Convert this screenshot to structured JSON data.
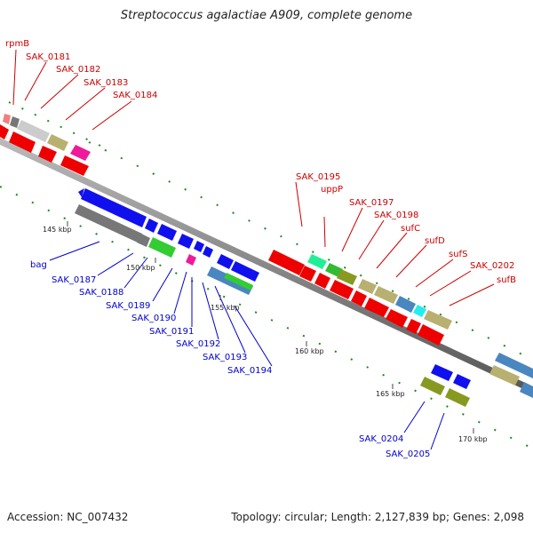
{
  "title": "Streptococcus agalactiae A909, complete genome",
  "footer": {
    "accession": "Accession: NC_007432",
    "topology": "Topology: circular; Length: 2,127,839 bp; Genes: 2,098"
  },
  "scale_labels": [
    "145 kbp",
    "150 kbp",
    "155 kbp",
    "160 kbp",
    "165 kbp",
    "170 kbp"
  ],
  "forward_genes": [
    "rpmB",
    "SAK_0181",
    "SAK_0182",
    "SAK_0183",
    "SAK_0184",
    "SAK_0195",
    "uppP",
    "SAK_0197",
    "SAK_0198",
    "sufC",
    "sufD",
    "sufS",
    "SAK_0202",
    "sufB"
  ],
  "reverse_genes": [
    "bag",
    "SAK_0187",
    "SAK_0188",
    "SAK_0189",
    "SAK_0190",
    "SAK_0191",
    "SAK_0192",
    "SAK_0193",
    "SAK_0194",
    "SAK_0204",
    "SAK_0205"
  ],
  "colors": {
    "forward_label": "#cc0000",
    "reverse_label": "#0000cc",
    "cds_red": "#ee0000",
    "cds_blue": "#1010ee",
    "backbone": "#888888",
    "tick": "#1a8a1a"
  }
}
